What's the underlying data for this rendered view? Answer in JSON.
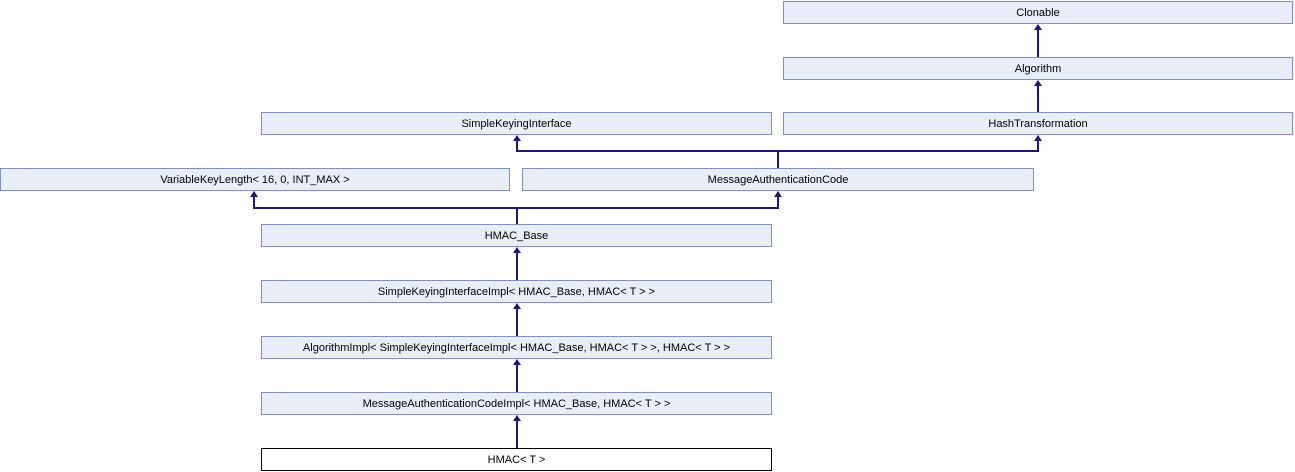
{
  "diagram": {
    "type": "class-inheritance-diagram",
    "subject": "HMAC< T >",
    "nodes": [
      {
        "id": "clonable",
        "label": "Clonable",
        "current": false
      },
      {
        "id": "algorithm",
        "label": "Algorithm",
        "current": false
      },
      {
        "id": "simple-keying-interface",
        "label": "SimpleKeyingInterface",
        "current": false
      },
      {
        "id": "hash-transformation",
        "label": "HashTransformation",
        "current": false
      },
      {
        "id": "variable-key-length",
        "label": "VariableKeyLength< 16, 0, INT_MAX >",
        "current": false
      },
      {
        "id": "message-authentication-code",
        "label": "MessageAuthenticationCode",
        "current": false
      },
      {
        "id": "hmac-base",
        "label": "HMAC_Base",
        "current": false
      },
      {
        "id": "simple-keying-interface-impl",
        "label": "SimpleKeyingInterfaceImpl< HMAC_Base, HMAC< T > >",
        "current": false
      },
      {
        "id": "algorithm-impl",
        "label": "AlgorithmImpl< SimpleKeyingInterfaceImpl< HMAC_Base, HMAC< T > >, HMAC< T > >",
        "current": false
      },
      {
        "id": "message-authentication-code-impl",
        "label": "MessageAuthenticationCodeImpl< HMAC_Base, HMAC< T > >",
        "current": false
      },
      {
        "id": "hmac",
        "label": "HMAC< T >",
        "current": true
      }
    ],
    "edges": [
      {
        "from": "Algorithm",
        "to": "Clonable"
      },
      {
        "from": "HashTransformation",
        "to": "Algorithm"
      },
      {
        "from": "MessageAuthenticationCode",
        "to": "SimpleKeyingInterface"
      },
      {
        "from": "MessageAuthenticationCode",
        "to": "HashTransformation"
      },
      {
        "from": "HMAC_Base",
        "to": "VariableKeyLength< 16, 0, INT_MAX >"
      },
      {
        "from": "HMAC_Base",
        "to": "MessageAuthenticationCode"
      },
      {
        "from": "SimpleKeyingInterfaceImpl< HMAC_Base, HMAC< T > >",
        "to": "HMAC_Base"
      },
      {
        "from": "AlgorithmImpl< SimpleKeyingInterfaceImpl< HMAC_Base, HMAC< T > >, HMAC< T > >",
        "to": "SimpleKeyingInterfaceImpl< HMAC_Base, HMAC< T > >"
      },
      {
        "from": "MessageAuthenticationCodeImpl< HMAC_Base, HMAC< T > >",
        "to": "AlgorithmImpl< SimpleKeyingInterfaceImpl< HMAC_Base, HMAC< T > >, HMAC< T > >"
      },
      {
        "from": "HMAC< T >",
        "to": "MessageAuthenticationCodeImpl< HMAC_Base, HMAC< T > >"
      }
    ],
    "colors": {
      "node_fill": "#e8edf8",
      "node_border": "#8090c0",
      "current_node_fill": "#ffffff",
      "current_node_border": "#000000",
      "arrow": "#191970",
      "text": "#000000",
      "background": "#ffffff"
    }
  }
}
